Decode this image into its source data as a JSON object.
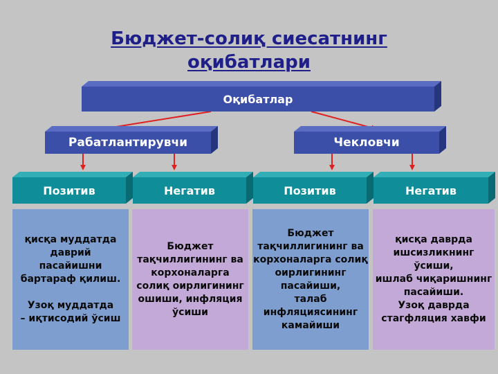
{
  "title": {
    "line1": "Бюджет-солиқ сиесатнинг",
    "line2": "оқибатлари"
  },
  "root": {
    "label": "Оқибатлар"
  },
  "branches": [
    {
      "label": "Рабатлантирувчи"
    },
    {
      "label": "Чекловчи"
    }
  ],
  "categories": [
    {
      "label": "Позитив"
    },
    {
      "label": "Негатив"
    },
    {
      "label": "Позитив"
    },
    {
      "label": "Негатив"
    }
  ],
  "descriptions": [
    {
      "text": "қисқа муддатда\nдаврий\nпасайишни\nбартараф қилиш.\n\nУзоқ муддатда\n– иқтисодий ўсиш"
    },
    {
      "text": "Бюджет\nтақчиллигининг ва\nкорхоналарга\nсолиқ оирлигининг\nошиши, инфляция\nўсиши"
    },
    {
      "text": "Бюджет\nтақчиллигининг ва\nкорхоналарга солиқ\nоирлигининг\nпасайиши,\nталаб\nинфляциясининг\nкамайиши"
    },
    {
      "text": "қисқа даврда\nишсизликнинг ўсиши,\nишлаб чиқаришнинг\nпасайиши.\nУзоқ даврда\nстагфляция хавфи"
    }
  ],
  "colors": {
    "title": "#1f1f8a",
    "dark_blue": "#3b4fa8",
    "teal": "#0f8e99",
    "box_blue": "#7f9ed0",
    "box_lavender": "#c3a9d8",
    "arrow": "#e02020"
  }
}
